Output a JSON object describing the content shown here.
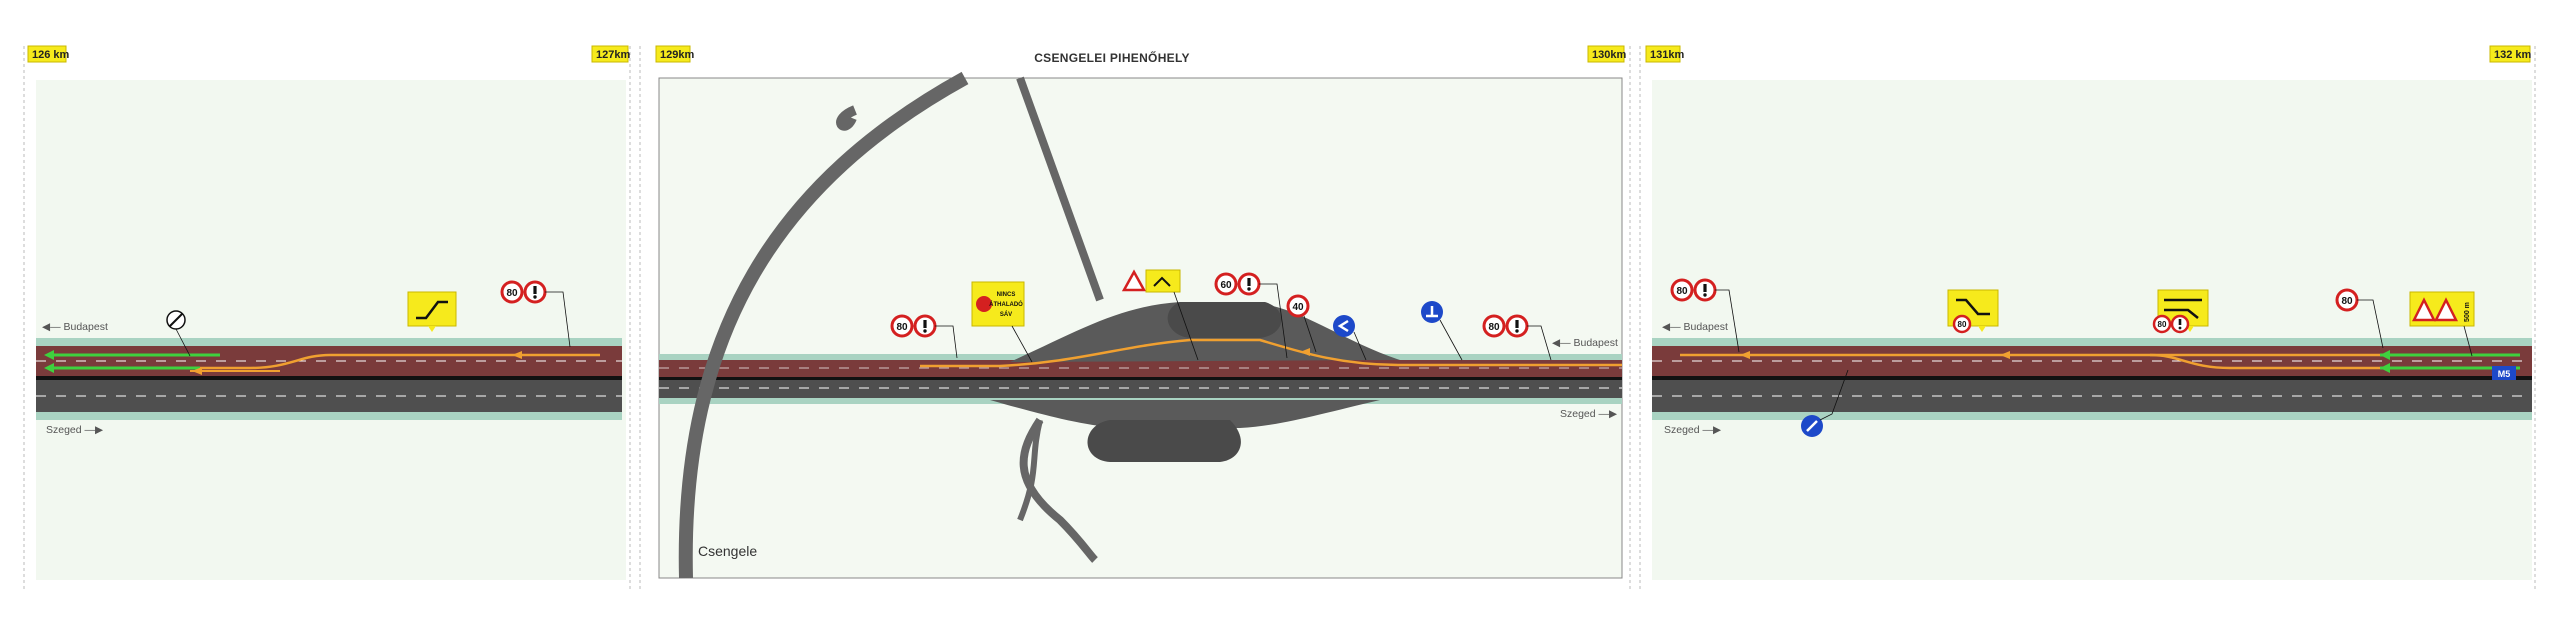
{
  "sections": {
    "s1": {
      "km_start": "126 km",
      "km_end": "127km"
    },
    "s2": {
      "km_start": "129km",
      "km_end": "130km",
      "title": "CSENGELEI PIHENŐHELY",
      "place": "Csengele"
    },
    "s3": {
      "km_start": "131km",
      "km_end": "132 km"
    }
  },
  "labels": {
    "s1_budapest": "Budapest",
    "s1_szeged": "Szeged",
    "s2_budapest": "Budapest",
    "s2_szeged": "Szeged",
    "s3_budapest": "Budapest",
    "s3_szeged": "Szeged"
  },
  "signs": {
    "speed_limit": "80",
    "speed_limit_2": "60",
    "speed_limit_3": "40",
    "sav_text": "NINCS ÁTHALADÓ SÁV",
    "distance_text": "500 m",
    "motorway_code": "M5"
  },
  "colors": {
    "road": "#4f4f4f",
    "closed_lane": "#8e3a3a",
    "detour": "#f0a030",
    "open_lane": "#3ed13e",
    "verge": "#a9d3c2",
    "sign_yellow": "#f6ea1c",
    "sign_blue": "#1d49c9",
    "sign_red": "#d42020"
  }
}
